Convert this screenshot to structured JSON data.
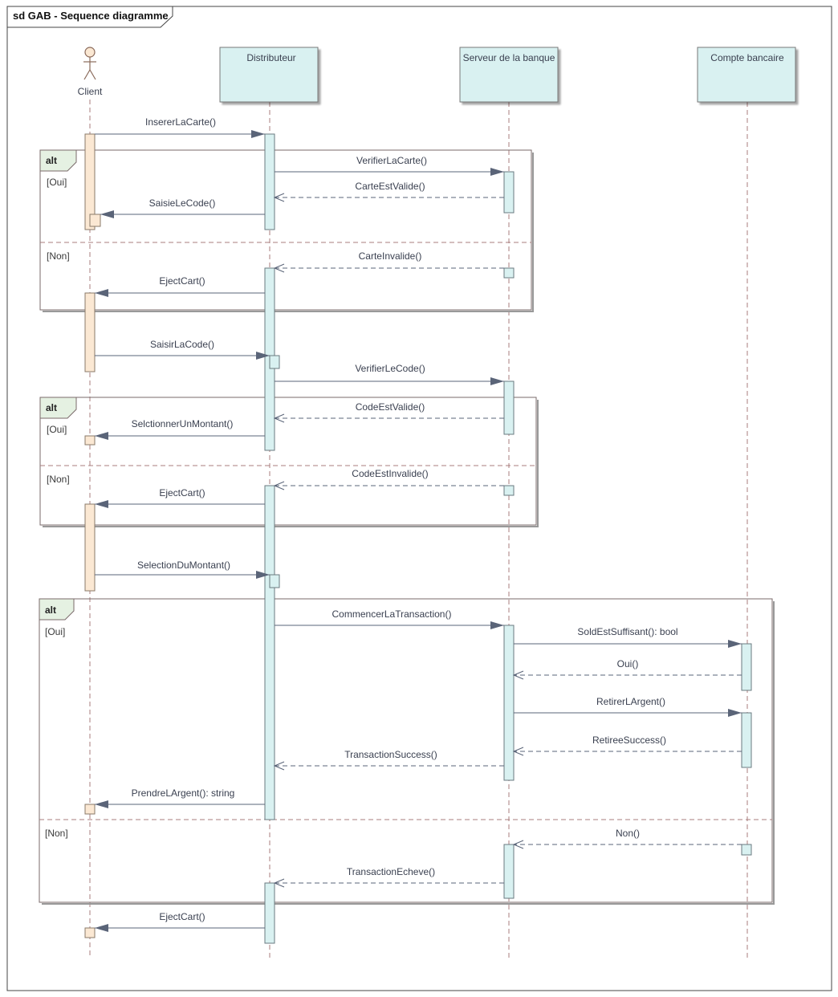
{
  "frame": {
    "title": "sd GAB - Sequence diagramme"
  },
  "actor": {
    "name": "Client"
  },
  "lifelines": [
    {
      "name": "Distributeur"
    },
    {
      "name": "Serveur de la banque"
    },
    {
      "name": "Compte bancaire"
    }
  ],
  "fragments": [
    {
      "operator": "alt",
      "guards": [
        "[Oui]",
        "[Non]"
      ]
    },
    {
      "operator": "alt",
      "guards": [
        "[Oui]",
        "[Non]"
      ]
    },
    {
      "operator": "alt",
      "guards": [
        "[Oui]",
        "[Non]"
      ]
    }
  ],
  "messages": [
    {
      "label": "InsererLaCarte()",
      "from": "Client",
      "to": "Distributeur",
      "kind": "call"
    },
    {
      "label": "VerifierLaCarte()",
      "from": "Distributeur",
      "to": "Serveur de la banque",
      "kind": "call"
    },
    {
      "label": "CarteEstValide()",
      "from": "Serveur de la banque",
      "to": "Distributeur",
      "kind": "reply"
    },
    {
      "label": "SaisieLeCode()",
      "from": "Distributeur",
      "to": "Client",
      "kind": "call"
    },
    {
      "label": "CarteInvalide()",
      "from": "Serveur de la banque",
      "to": "Distributeur",
      "kind": "reply"
    },
    {
      "label": "EjectCart()",
      "from": "Distributeur",
      "to": "Client",
      "kind": "call"
    },
    {
      "label": "SaisirLaCode()",
      "from": "Client",
      "to": "Distributeur",
      "kind": "call"
    },
    {
      "label": "VerifierLeCode()",
      "from": "Distributeur",
      "to": "Serveur de la banque",
      "kind": "call"
    },
    {
      "label": "CodeEstValide()",
      "from": "Serveur de la banque",
      "to": "Distributeur",
      "kind": "reply"
    },
    {
      "label": "SelctionnerUnMontant()",
      "from": "Distributeur",
      "to": "Client",
      "kind": "call"
    },
    {
      "label": "CodeEstInvalide()",
      "from": "Serveur de la banque",
      "to": "Distributeur",
      "kind": "reply"
    },
    {
      "label": "EjectCart()",
      "from": "Distributeur",
      "to": "Client",
      "kind": "call"
    },
    {
      "label": "SelectionDuMontant()",
      "from": "Client",
      "to": "Distributeur",
      "kind": "call"
    },
    {
      "label": "CommencerLaTransaction()",
      "from": "Distributeur",
      "to": "Serveur de la banque",
      "kind": "call"
    },
    {
      "label": "SoldEstSuffisant(): bool",
      "from": "Serveur de la banque",
      "to": "Compte bancaire",
      "kind": "call"
    },
    {
      "label": "Oui()",
      "from": "Compte bancaire",
      "to": "Serveur de la banque",
      "kind": "reply"
    },
    {
      "label": "RetirerLArgent()",
      "from": "Serveur de la banque",
      "to": "Compte bancaire",
      "kind": "call"
    },
    {
      "label": "RetireeSuccess()",
      "from": "Compte bancaire",
      "to": "Serveur de la banque",
      "kind": "reply"
    },
    {
      "label": "TransactionSuccess()",
      "from": "Serveur de la banque",
      "to": "Distributeur",
      "kind": "reply"
    },
    {
      "label": "PrendreLArgent(): string",
      "from": "Distributeur",
      "to": "Client",
      "kind": "call"
    },
    {
      "label": "Non()",
      "from": "Compte bancaire",
      "to": "Serveur de la banque",
      "kind": "reply"
    },
    {
      "label": "TransactionEcheve()",
      "from": "Serveur de la banque",
      "to": "Distributeur",
      "kind": "reply"
    },
    {
      "label": "EjectCart()",
      "from": "Distributeur",
      "to": "Client",
      "kind": "call"
    }
  ],
  "colors": {
    "lifeline_fill": "#d9f1f1",
    "actor_activation_fill": "#fbe8d3",
    "fragment_tag_fill": "#e5f1e2",
    "lifeline_line": "#a97c7c",
    "message_line": "#5a6478",
    "border": "#6e6e6e"
  }
}
